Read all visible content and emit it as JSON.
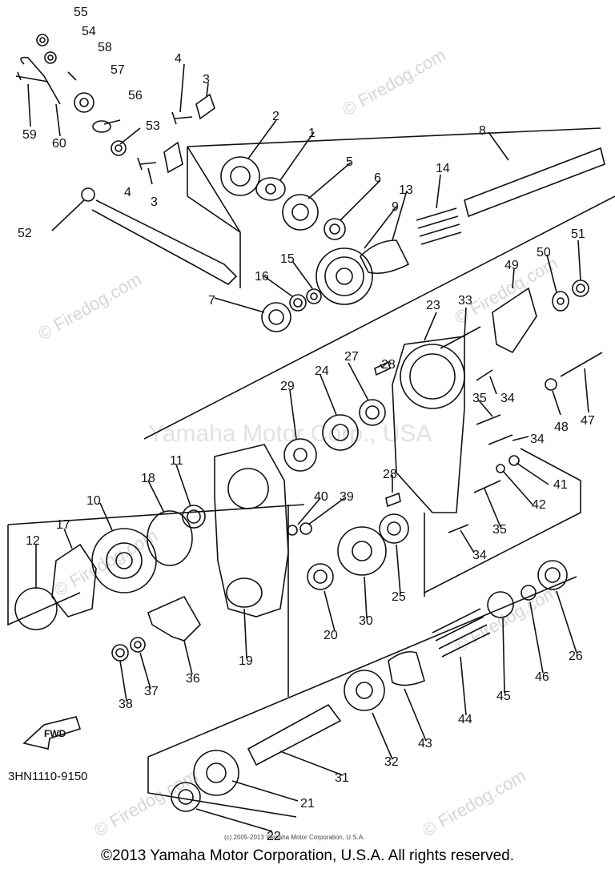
{
  "diagram_code": "3HN1110-9150",
  "fwd_label": "FWD",
  "small_copyright": "(c) 2005-2013 Yamaha Motor Corporation, U.S.A.",
  "footer_copyright": "©2013 Yamaha Motor Corporation, U.S.A. All rights reserved.",
  "watermark_site": "© Firedog.com",
  "watermark_company": "Yamaha Motor Corp., USA",
  "part_labels": [
    "55",
    "54",
    "58",
    "57",
    "56",
    "59",
    "60",
    "53",
    "4",
    "3",
    "4",
    "3",
    "2",
    "1",
    "5",
    "6",
    "8",
    "14",
    "13",
    "9",
    "52",
    "16",
    "15",
    "7",
    "51",
    "50",
    "49",
    "33",
    "23",
    "28",
    "27",
    "24",
    "29",
    "34",
    "35",
    "48",
    "47",
    "34",
    "41",
    "42",
    "35",
    "34",
    "11",
    "18",
    "10",
    "12",
    "17",
    "40",
    "39",
    "28",
    "25",
    "30",
    "20",
    "19",
    "36",
    "37",
    "38",
    "26",
    "46",
    "45",
    "44",
    "43",
    "32",
    "31",
    "21",
    "22"
  ]
}
